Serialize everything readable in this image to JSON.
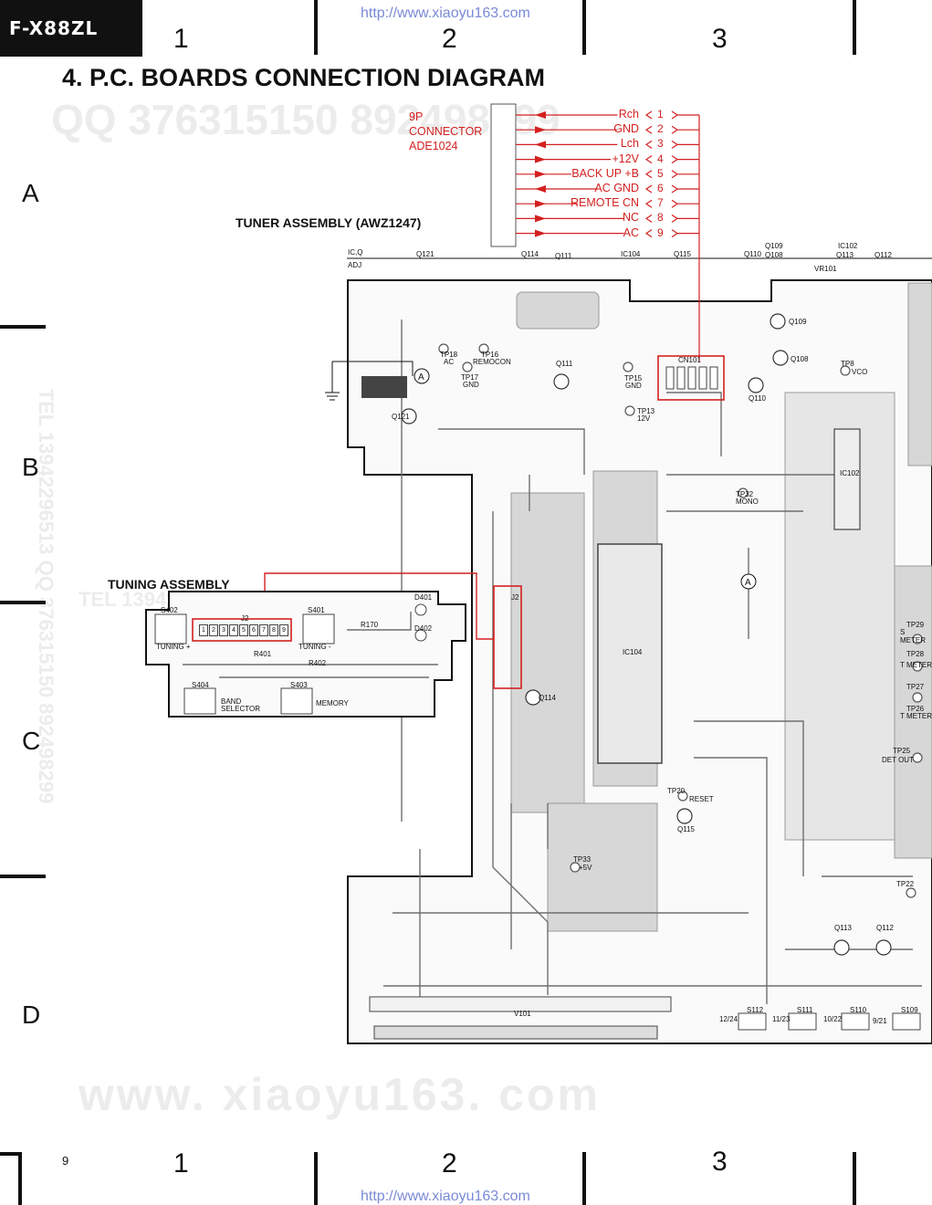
{
  "header": {
    "model": "F-X88ZL",
    "watermark_url": "http://www.xiaoyu163.com",
    "title": "4. P.C. BOARDS CONNECTION DIAGRAM",
    "page_number": "9"
  },
  "grid": {
    "columns": [
      "1",
      "2",
      "3"
    ],
    "rows": [
      "A",
      "B",
      "C",
      "D"
    ]
  },
  "watermarks": {
    "qq": "QQ 376315150  892498299",
    "site": "www. xiaoyu163. com",
    "tel_left": "TEL 13942296513  QQ 376315150  892498299",
    "tel_mid": "TEL 13942296513"
  },
  "connector": {
    "label_line1": "9P",
    "label_line2": "CONNECTOR",
    "label_line3": "ADE1024",
    "pins": [
      {
        "num": "1",
        "name": "Rch"
      },
      {
        "num": "2",
        "name": "GND"
      },
      {
        "num": "3",
        "name": "Lch"
      },
      {
        "num": "4",
        "name": "+12V"
      },
      {
        "num": "5",
        "name": "BACK UP +B"
      },
      {
        "num": "6",
        "name": "AC GND"
      },
      {
        "num": "7",
        "name": "REMOTE CN"
      },
      {
        "num": "8",
        "name": "NC"
      },
      {
        "num": "9",
        "name": "AC"
      }
    ]
  },
  "assemblies": {
    "tuner": "TUNER ASSEMBLY (AWZ1247)",
    "tuning": "TUNING ASSEMBLY"
  },
  "top_labels": {
    "ic_q": "IC,Q",
    "adj": "ADJ",
    "items": [
      "Q121",
      "Q114",
      "Q111",
      "IC104",
      "Q115",
      "Q110",
      "Q109",
      "Q108",
      "IC102",
      "Q113",
      "Q112",
      "VR101"
    ]
  },
  "tuner_board_labels": {
    "tp18": "TP18",
    "ac": "AC",
    "tp16": "TP16",
    "remocon": "REMOCON",
    "tp17": "TP17",
    "gnd": "GND",
    "tp15": "TP15",
    "tp15_gnd": "GND",
    "tp13": "TP13",
    "tp13_v": "12V",
    "tp32": "TP32",
    "mono": "MONO",
    "tp8": "TP8",
    "vco": "VCO",
    "tp20": "TP20",
    "reset": "RESET",
    "tp33": "TP33",
    "tp33_v": "+5V",
    "tp29": "TP29",
    "smeter": "S METER",
    "tp28": "TP28",
    "tmeter": "T METER",
    "tp27": "TP27",
    "tp26": "TP26",
    "tmeter2": "T METER",
    "tp25": "TP25",
    "detout": "DET OUT",
    "tp22": "TP22",
    "cn101": "CN101",
    "ic104": "IC104",
    "ic102": "IC102",
    "j2": "J2",
    "v101": "V101",
    "q121": "Q121",
    "q111": "Q111",
    "q114": "Q114",
    "q115": "Q115",
    "q109": "Q109",
    "q108": "Q108",
    "q110": "Q110",
    "q113": "Q113",
    "q112": "Q112",
    "sw": [
      "12/24",
      "11/23",
      "10/22",
      "9/21"
    ],
    "switches": [
      "S112",
      "S111",
      "S110",
      "S109"
    ]
  },
  "tuning_board_labels": {
    "s402": "S402",
    "s401": "S401",
    "s404": "S404",
    "s403": "S403",
    "tuning_minus": "TUNING +",
    "tuning_plus": "TUNING -",
    "band_selector_1": "BAND",
    "band_selector_2": "SELECTOR",
    "memory": "MEMORY",
    "j2": "J2",
    "r170": "R170",
    "r401": "R401",
    "r402": "R402",
    "d401": "D401",
    "d402": "D402",
    "pins": [
      "1",
      "2",
      "3",
      "4",
      "5",
      "6",
      "7",
      "8",
      "9"
    ]
  },
  "colors": {
    "accent_red": "#d42020",
    "ink": "#111111",
    "board_line": "#6e6e6e",
    "watermark": "#ececec"
  }
}
